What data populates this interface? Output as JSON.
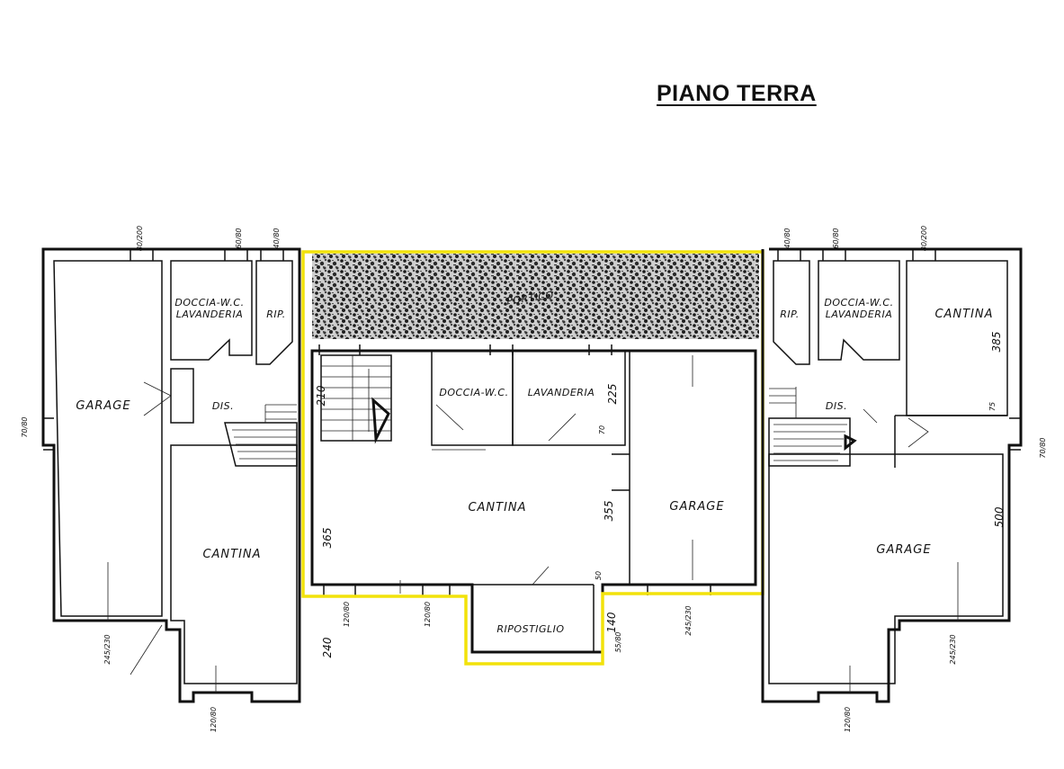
{
  "title": "PIANO TERRA",
  "colors": {
    "highlight": "#f2e20a",
    "ink": "#111111",
    "background": "#ffffff"
  },
  "rooms": {
    "portico": "PORTICO",
    "left_garage": "GARAGE",
    "left_doccia": "DOCCIA-W.C.",
    "left_lavanderia": "LAVANDERIA",
    "left_rip": "RIP.",
    "left_dis": "DIS.",
    "left_cantina": "CANTINA",
    "center_doccia": "DOCCIA-W.C.",
    "center_lavanderia": "LAVANDERIA",
    "center_cantina": "CANTINA",
    "center_garage": "GARAGE",
    "center_ripostiglio": "RIPOSTIGLIO",
    "right_rip": "RIP.",
    "right_doccia": "DOCCIA-W.C.",
    "right_lavanderia": "LAVANDERIA",
    "right_cantina": "CANTINA",
    "right_dis": "DIS.",
    "right_garage": "GARAGE"
  },
  "dimensions": {
    "d_365": "365",
    "d_355": "355",
    "d_240": "240",
    "d_210": "210",
    "d_225": "225",
    "d_140": "140",
    "d_385": "385",
    "d_500": "500",
    "d_75": "75",
    "d_70": "70",
    "d_50": "50",
    "w_80_200": "80/200",
    "w_70_80": "70/80",
    "w_245_230": "245/230",
    "w_120_80": "120/80",
    "w_60_80": "60/80",
    "w_55_80": "55/80",
    "w_40_80": "40/80"
  }
}
